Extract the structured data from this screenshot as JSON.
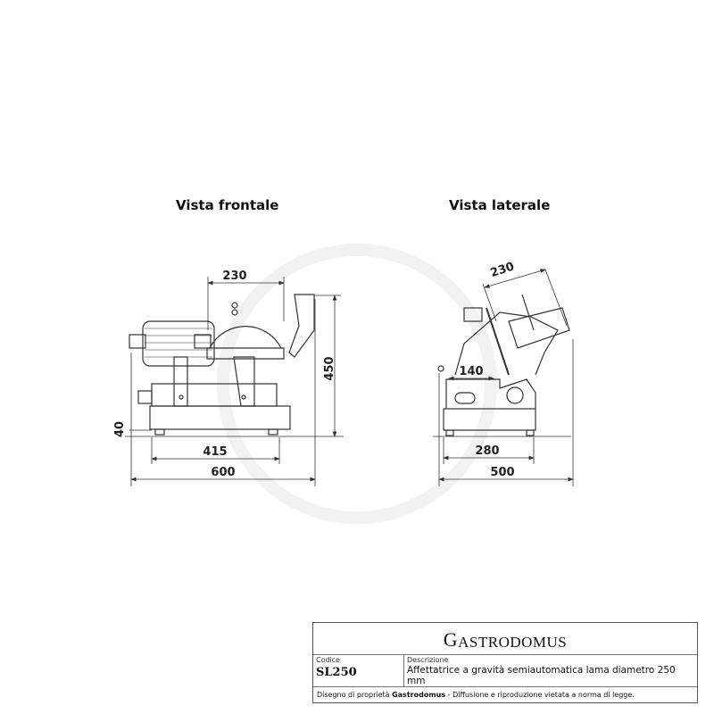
{
  "views": {
    "front": {
      "title": "Vista frontale",
      "dimensions": {
        "top_width": "230",
        "height": "450",
        "foot_height": "40",
        "feet_span": "415",
        "total_width": "600"
      }
    },
    "side": {
      "title": "Vista laterale",
      "dimensions": {
        "blade_width": "230",
        "carriage": "140",
        "feet_span": "280",
        "total_depth": "500"
      }
    }
  },
  "title_block": {
    "logo": "Gastrodomus",
    "logo_first": "G",
    "logo_rest": "ASTRODOMUS",
    "code_label": "Codice",
    "code": "SL250",
    "description_label": "Descrizione",
    "description": "Affettatrice a gravità semiautomatica lama diametro 250 mm",
    "footer_prefix": "Disegno di proprietà ",
    "footer_brand": "Gastrodomus",
    "footer_suffix": " - Diffusione e riproduzione vietata a norma di legge."
  }
}
